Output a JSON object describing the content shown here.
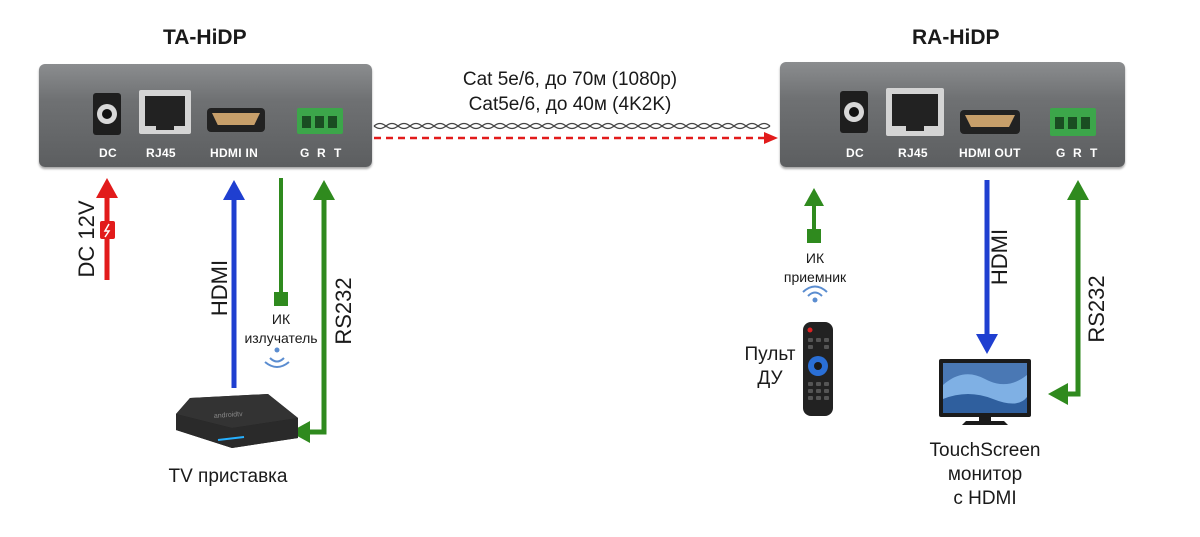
{
  "transmitter": {
    "title": "TA-HiDP",
    "ports": {
      "dc": "DC",
      "rj45": "RJ45",
      "hdmi": "HDMI IN",
      "g": "G",
      "r": "R",
      "t": "T"
    }
  },
  "receiver": {
    "title": "RA-HiDP",
    "ports": {
      "dc": "DC",
      "rj45": "RJ45",
      "hdmi": "HDMI OUT",
      "g": "G",
      "r": "R",
      "t": "T"
    }
  },
  "cable": {
    "line1": "Cat 5e/6, до 70м (1080р)",
    "line2": "Cat5e/6, до 40м (4K2K)"
  },
  "left": {
    "dc_label": "DC 12V",
    "hdmi_label": "HDMI",
    "ir_emitter_line1": "ИК",
    "ir_emitter_line2": "излучатель",
    "rs232_label": "RS232",
    "tv_box_label": "TV приставка",
    "tv_box_brand": "androidtv"
  },
  "right": {
    "ir_receiver_line1": "ИК",
    "ir_receiver_line2": "приемник",
    "remote_line1": "Пульт",
    "remote_line2": "ДУ",
    "hdmi_label": "HDMI",
    "rs232_label": "RS232",
    "monitor_line1": "TouchScreen",
    "monitor_line2": "монитор",
    "monitor_line3": "с HDMI"
  },
  "colors": {
    "power": "#e21b1b",
    "hdmi": "#1f3fd0",
    "ir": "#2f8a1e",
    "rs232": "#2f8a1e",
    "cable": "#e21b1b"
  }
}
